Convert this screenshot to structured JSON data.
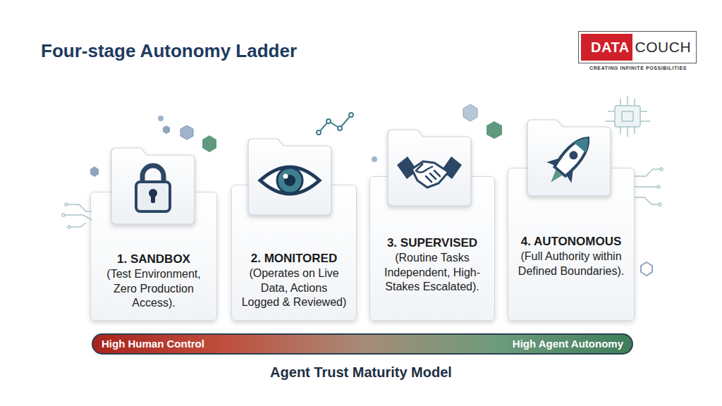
{
  "diagram": {
    "title": "Four-stage Autonomy Ladder",
    "caption": "Agent Trust Maturity Model",
    "nodes": [
      {
        "text": [
          "DATA",
          "COUCH"
        ]
      },
      {
        "text": [
          "1. SANDBOX",
          "(Test Environment, Zero Production Access)."
        ]
      },
      {
        "text": [
          "2. MONITORED",
          "(Operates on Live Data, Actions Logged & Reviewed)"
        ]
      },
      {
        "text": [
          "3. SUPERVISED",
          "(Routine Tasks Independent, High-Stakes Escalated)."
        ]
      },
      {
        "text": [
          "4. AUTONOMOUS",
          "(Full Authority within Defined Boundaries)."
        ]
      },
      {
        "text": [
          "High Human Control",
          "High Agent Autonomy"
        ]
      }
    ],
    "labels": [
      "CREATING INFINITE POSSIBILITIES"
    ]
  }
}
